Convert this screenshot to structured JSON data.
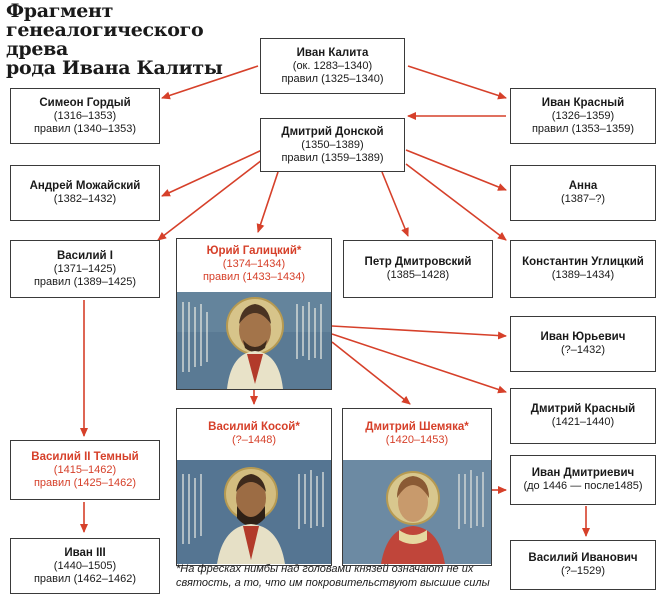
{
  "title": {
    "lines": [
      "Фрагмент",
      "генеалогического древа",
      "рода Ивана Калиты"
    ]
  },
  "persons": {
    "ivan_kalita": {
      "name": "Иван Калита",
      "l1": "(ок. 1283–1340)",
      "l2": "правил (1325–1340)"
    },
    "simeon": {
      "name": "Симеон Гордый",
      "l1": "(1316–1353)",
      "l2": "правил (1340–1353)"
    },
    "ivan_krasny": {
      "name": "Иван Красный",
      "l1": "(1326–1359)",
      "l2": "правил (1353–1359)"
    },
    "dmitry_donskoy": {
      "name": "Дмитрий Донской",
      "l1": "(1350–1389)",
      "l2": "правил (1359–1389)"
    },
    "andrey": {
      "name": "Андрей Можайский",
      "l1": "(1382–1432)"
    },
    "anna": {
      "name": "Анна",
      "l1": "(1387–?)"
    },
    "vasily1": {
      "name": "Василий I",
      "l1": "(1371–1425)",
      "l2": "правил (1389–1425)"
    },
    "yury": {
      "name": "Юрий Галицкий*",
      "l1": "(1374–1434)",
      "l2": "правил (1433–1434)"
    },
    "petr": {
      "name": "Петр Дмитровский",
      "l1": "(1385–1428)"
    },
    "konstantin": {
      "name": "Константин Углицкий",
      "l1": "(1389–1434)"
    },
    "ivan_yurievich": {
      "name": "Иван Юрьевич",
      "l1": "(?–1432)"
    },
    "dmitry_krasny": {
      "name": "Дмитрий Красный",
      "l1": "(1421–1440)"
    },
    "vasily_kosoy": {
      "name": "Василий Косой*",
      "l1": "(?–1448)"
    },
    "shemyaka": {
      "name": "Дмитрий Шемяка*",
      "l1": "(1420–1453)"
    },
    "vasily2": {
      "name": "Василий II Темный",
      "l1": "(1415–1462)",
      "l2": "правил (1425–1462)"
    },
    "ivan_dmitrievich": {
      "name": "Иван Дмитриевич",
      "l1": "(до 1446 — после1485)"
    },
    "ivan3": {
      "name": "Иван III",
      "l1": "(1440–1505)",
      "l2": "правил (1462–1462)"
    },
    "vasily_ivanovich": {
      "name": "Василий Иванович",
      "l1": "(?–1529)"
    }
  },
  "footnote": "*На фресках нимбы над головами князей означают не их святость, а то, что им покровительствуют высшие силы",
  "colors": {
    "arrow": "#d6402a",
    "accent": "#d6402a",
    "border": "#3a3a3a",
    "fresco_bg": "#5d7d98"
  }
}
